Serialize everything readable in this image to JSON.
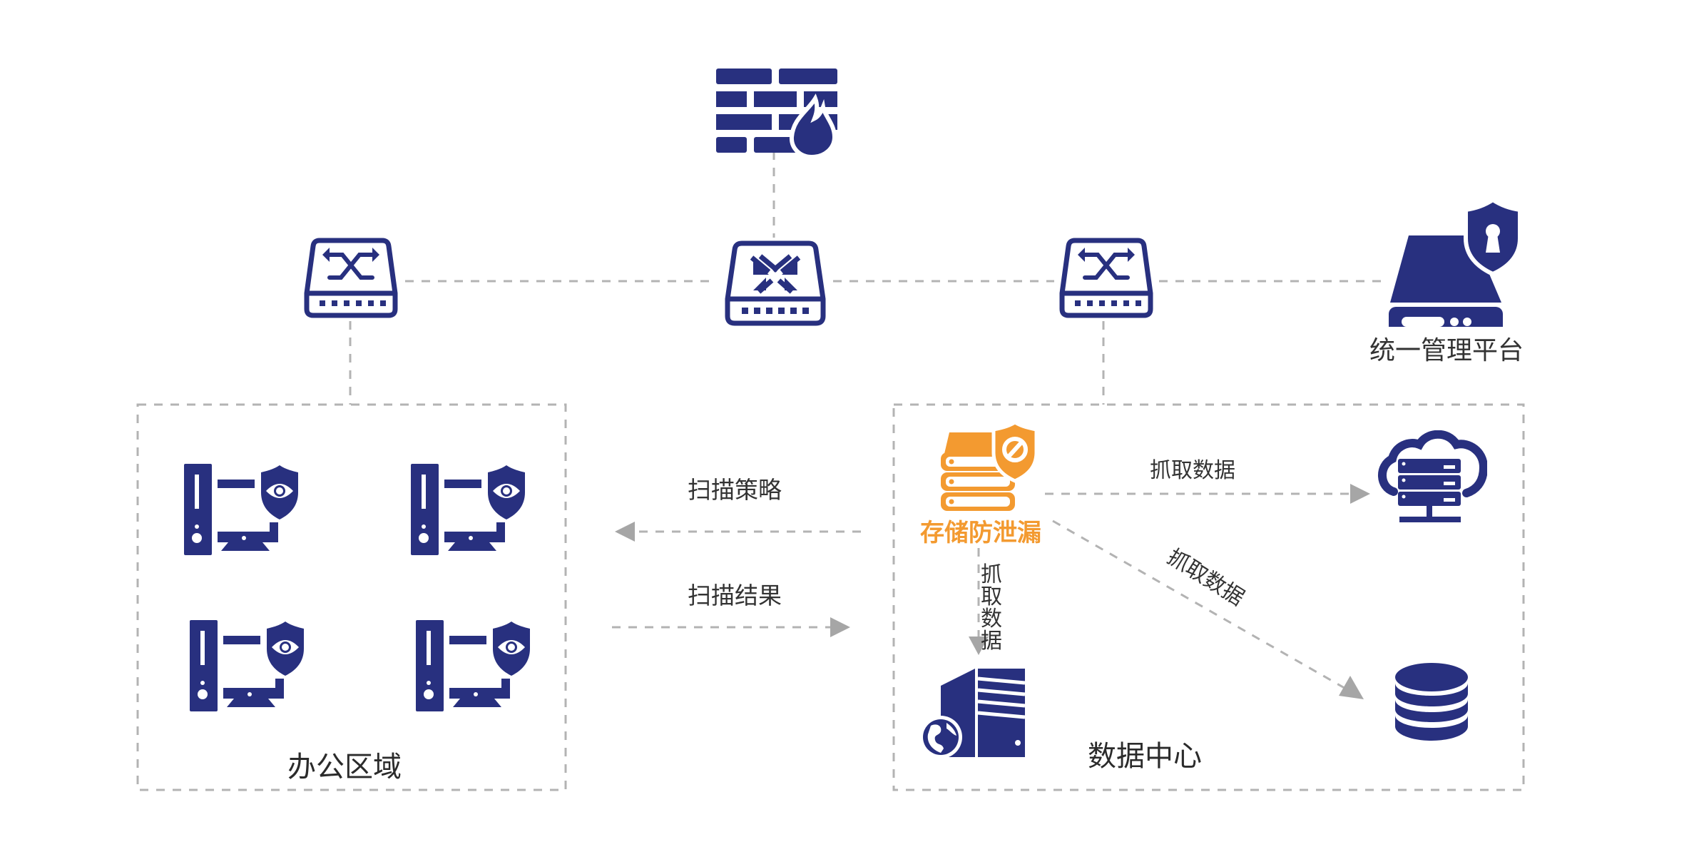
{
  "colors": {
    "icon_blue": "#28307F",
    "accent_orange": "#F39A30",
    "connector_gray": "#B3B3B3",
    "arrow_gray": "#A6A6A6",
    "text": "#333333"
  },
  "nodes": {
    "firewall": {
      "icon": "firewall-icon"
    },
    "switch_left": {
      "icon": "switch-icon"
    },
    "router_center": {
      "icon": "router-icon"
    },
    "switch_right": {
      "icon": "switch-icon"
    },
    "management_platform": {
      "icon": "secure-drive-icon",
      "label": "统一管理平台"
    }
  },
  "zones": {
    "office": {
      "title": "办公区域",
      "endpoints": [
        {
          "icon": "monitored-pc-icon"
        },
        {
          "icon": "monitored-pc-icon"
        },
        {
          "icon": "monitored-pc-icon"
        },
        {
          "icon": "monitored-pc-icon"
        }
      ]
    },
    "datacenter": {
      "title": "数据中心",
      "dlp": {
        "icon": "storage-shield-icon",
        "label": "存储防泄漏"
      },
      "targets": [
        {
          "icon": "cloud-server-icon"
        },
        {
          "icon": "web-server-icon"
        },
        {
          "icon": "database-icon"
        }
      ]
    }
  },
  "flows": {
    "scan_policy": "扫描策略",
    "scan_result": "扫描结果",
    "fetch_cloud": "抓取数据",
    "fetch_db": "抓取数据",
    "fetch_web": [
      "抓",
      "取",
      "数",
      "据"
    ]
  }
}
